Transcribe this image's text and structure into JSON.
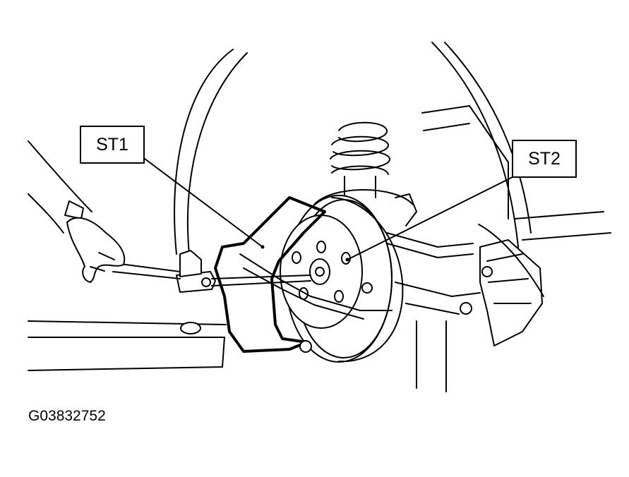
{
  "callouts": {
    "st1": "ST1",
    "st2": "ST2"
  },
  "figure_id": "G03832752",
  "colors": {
    "line": "#000000",
    "background": "#ffffff"
  },
  "illustration": "rear-brake-hub-disassembly"
}
